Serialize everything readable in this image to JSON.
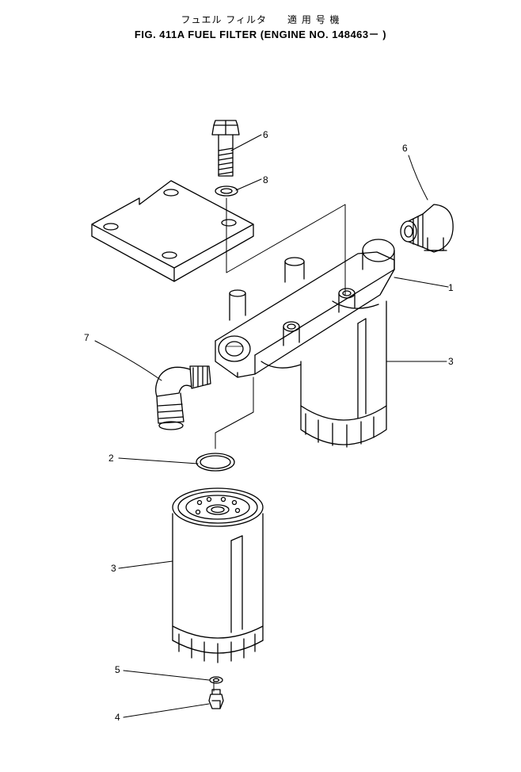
{
  "header": {
    "title_jp": "フュエル フィルタ　　適 用 号 機",
    "title_en": "FIG. 411A  FUEL  FILTER (ENGINE NO. 148463－ )"
  },
  "callouts": [
    "1",
    "2",
    "3",
    "3",
    "4",
    "5",
    "6",
    "6",
    "7",
    "8"
  ],
  "parts": [
    "filter-head",
    "o-ring",
    "filter-cartridge",
    "filter-cartridge-installed",
    "drain-plug",
    "washer",
    "elbow-fitting-right",
    "elbow-fitting-left",
    "bolt",
    "lock-washer",
    "mounting-bracket"
  ]
}
